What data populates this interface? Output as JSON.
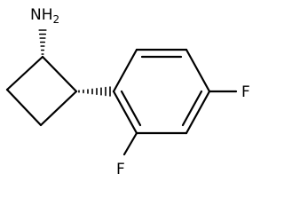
{
  "molecule": {
    "atoms": {
      "amine": {
        "symbol": "N",
        "hydrogen": "H",
        "hydrogen_count": "2"
      },
      "fluorine_para": {
        "symbol": "F"
      },
      "fluorine_ortho": {
        "symbol": "F"
      }
    }
  },
  "colors": {
    "bond": "#000000",
    "text": "#000000",
    "background": "#ffffff"
  }
}
